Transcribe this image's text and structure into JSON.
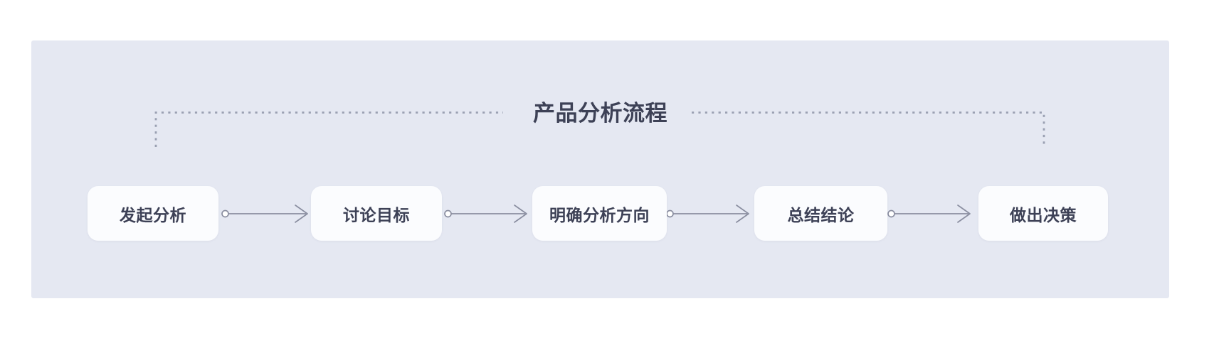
{
  "diagram": {
    "title": "产品分析流程",
    "steps": [
      {
        "label": "发起分析"
      },
      {
        "label": "讨论目标"
      },
      {
        "label": "明确分析方向"
      },
      {
        "label": "总结结论"
      },
      {
        "label": "做出决策"
      }
    ],
    "colors": {
      "panel_bg": "#e5e8f2",
      "step_bg": "#fbfcfe",
      "text": "#3d4156",
      "connector": "#8a8ea0",
      "bracket_dotted": "#9aa0b2"
    }
  }
}
